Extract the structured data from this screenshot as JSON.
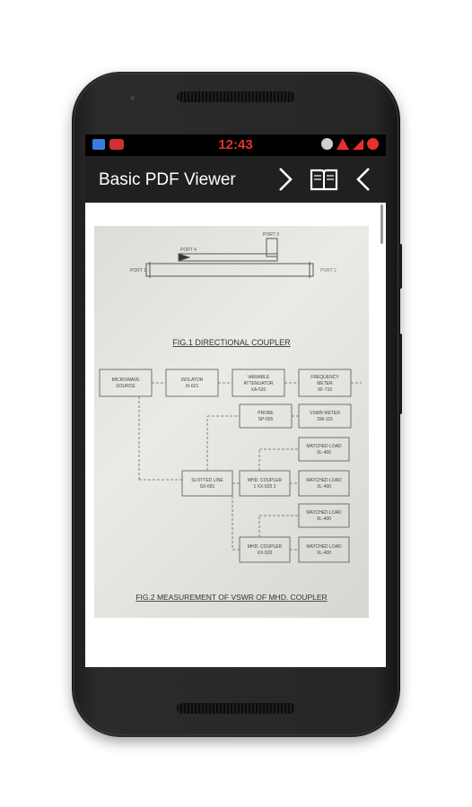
{
  "status_bar": {
    "time": "12:43",
    "left_icons": [
      "app-notification-icon",
      "message-notification-icon"
    ],
    "right_icons": [
      "alarm-icon",
      "wifi-icon",
      "signal-icon",
      "record-icon"
    ],
    "clock_color": "#e53030"
  },
  "action_bar": {
    "title": "Basic PDF Viewer",
    "actions": [
      "next-page-icon",
      "book-icon",
      "previous-page-icon"
    ]
  },
  "document": {
    "fig1": {
      "caption": "FIG.1 DIRECTIONAL COUPLER",
      "port1": "PORT 1",
      "port2": "PORT 2",
      "port3": "PORT 3",
      "port4": "PORT 4"
    },
    "fig2": {
      "caption": "FIG.2 MEASUREMENT OF VSWR OF MHD. COUPLER",
      "blocks": {
        "microwave_source": [
          "MICROWAVE",
          "SOURCE"
        ],
        "isolator": [
          "ISOLATOR",
          "XI-621"
        ],
        "attenuator": [
          "VARIABLE",
          "ATTENUATOR",
          "XA-520"
        ],
        "freq_meter": [
          "FREQUENCY",
          "METER",
          "XF-710"
        ],
        "probe": [
          "PROBE",
          "SP-555"
        ],
        "vswr_meter": [
          "VSWR METER",
          "SW-115"
        ],
        "matched_load_1": [
          "MATCHED LOAD",
          "XL-400"
        ],
        "slotted_line": [
          "SLOTTED LINE",
          "SX-651"
        ],
        "mhd_coupler_1": [
          "MHD. COUPLER",
          "1   XX-520   2"
        ],
        "matched_load_2": [
          "MATCHED LOAD",
          "XL-400"
        ],
        "matched_load_3": [
          "MATCHED LOAD",
          "XL-400"
        ],
        "mhd_coupler_2": [
          "MHD. COUPLER",
          "XX-520"
        ],
        "matched_load_4": [
          "MATCHED LOAD",
          "XL-400"
        ]
      }
    }
  }
}
